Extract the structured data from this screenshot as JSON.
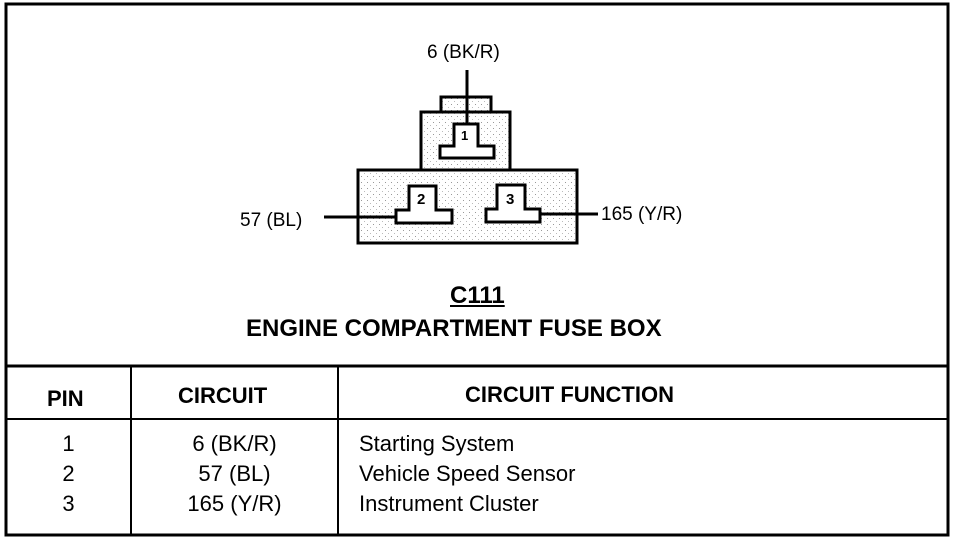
{
  "connector": {
    "id": "C111",
    "name": "ENGINE COMPARTMENT FUSE BOX",
    "pins": [
      {
        "number": "1",
        "wire_label": "6 (BK/R)"
      },
      {
        "number": "2",
        "wire_label": "57 (BL)"
      },
      {
        "number": "3",
        "wire_label": "165 (Y/R)"
      }
    ]
  },
  "table": {
    "headers": [
      "PIN",
      "CIRCUIT",
      "CIRCUIT FUNCTION"
    ],
    "rows": [
      {
        "pin": "1",
        "circuit": "6 (BK/R)",
        "function": "Starting System"
      },
      {
        "pin": "2",
        "circuit": "57 (BL)",
        "function": "Vehicle Speed Sensor"
      },
      {
        "pin": "3",
        "circuit": "165 (Y/R)",
        "function": "Instrument Cluster"
      }
    ]
  }
}
